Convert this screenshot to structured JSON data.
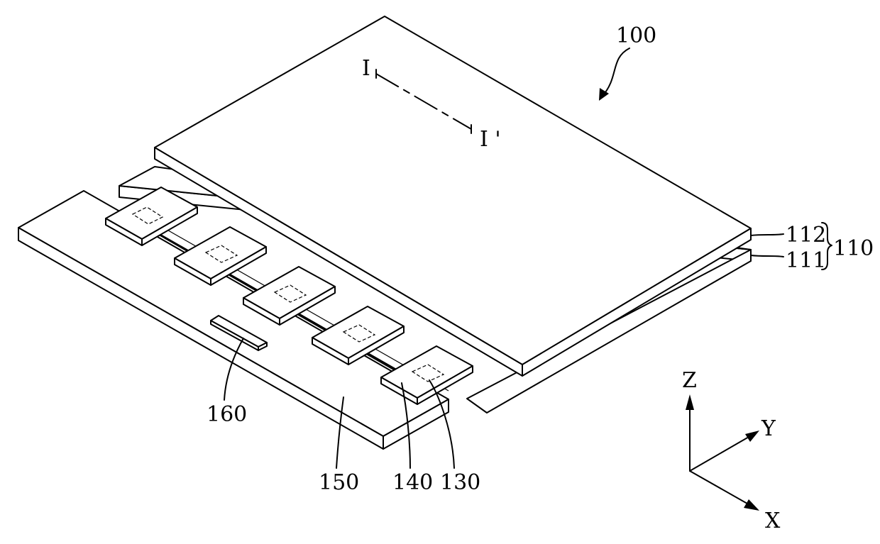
{
  "figure": {
    "ref_main": "100",
    "ref_layer_top": "112",
    "ref_layer_bottom": "111",
    "ref_substrate": "110",
    "ref_chip": "130",
    "ref_film": "140",
    "ref_board": "150",
    "ref_component": "160",
    "section_start": "I",
    "section_end": "I '",
    "axis_z": "Z",
    "axis_y": "Y",
    "axis_x": "X"
  }
}
